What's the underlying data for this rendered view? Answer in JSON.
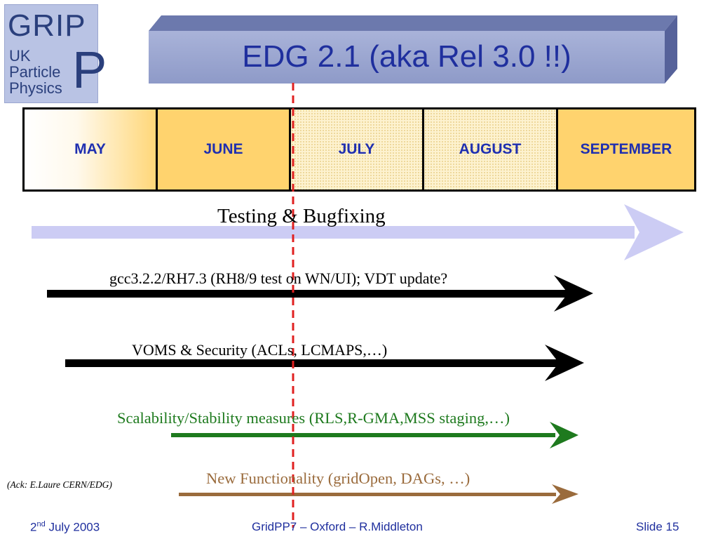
{
  "logo": {
    "text_grip": "GRIP",
    "text_uk": "UK",
    "text_particle": "Particle",
    "text_physics": "Physics",
    "text_p": "P"
  },
  "title": "EDG 2.1 (aka Rel 3.0 !!)",
  "months": [
    "MAY",
    "JUNE",
    "JULY",
    "AUGUST",
    "SEPTEMBER"
  ],
  "tracks": {
    "testing": "Testing & Bugfixing",
    "gcc": "gcc3.2.2/RH7.3 (RH8/9 test on WN/UI); VDT update?",
    "voms": "VOMS & Security (ACLs, LCMAPS,…)",
    "scalability": "Scalability/Stability measures (RLS,R-GMA,MSS staging,…)",
    "new_functionality": "New Functionality (gridOpen, DAGs, …)"
  },
  "acknowledgement": "(Ack: E.Laure CERN/EDG)",
  "footer": {
    "date_day": "2",
    "date_suffix": "nd",
    "date_rest": " July 2003",
    "center": "GridPP7 – Oxford – R.Middleton",
    "slide": "Slide 15"
  },
  "colors": {
    "title": "#1f2f9e",
    "month_text": "#1f2fb0",
    "testing_arrow": "#ccccf4",
    "main_arrow": "#000000",
    "scalability": "#1e7a1e",
    "new_functionality": "#9a6b3c",
    "current_date_line": "#e02020"
  }
}
